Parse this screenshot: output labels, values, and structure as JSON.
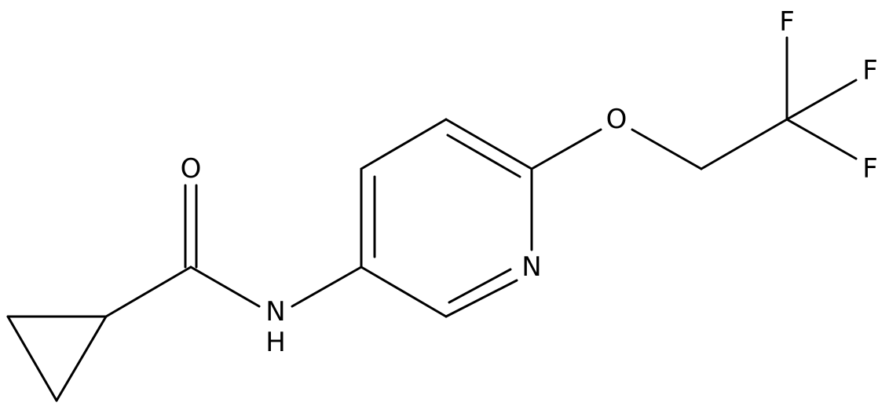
{
  "atoms": {
    "o_carbonyl": "O",
    "n_amide": "N",
    "h_amide": "H",
    "n_pyridine": "N",
    "o_ether": "O",
    "f1": "F",
    "f2": "F",
    "f3": "F"
  }
}
